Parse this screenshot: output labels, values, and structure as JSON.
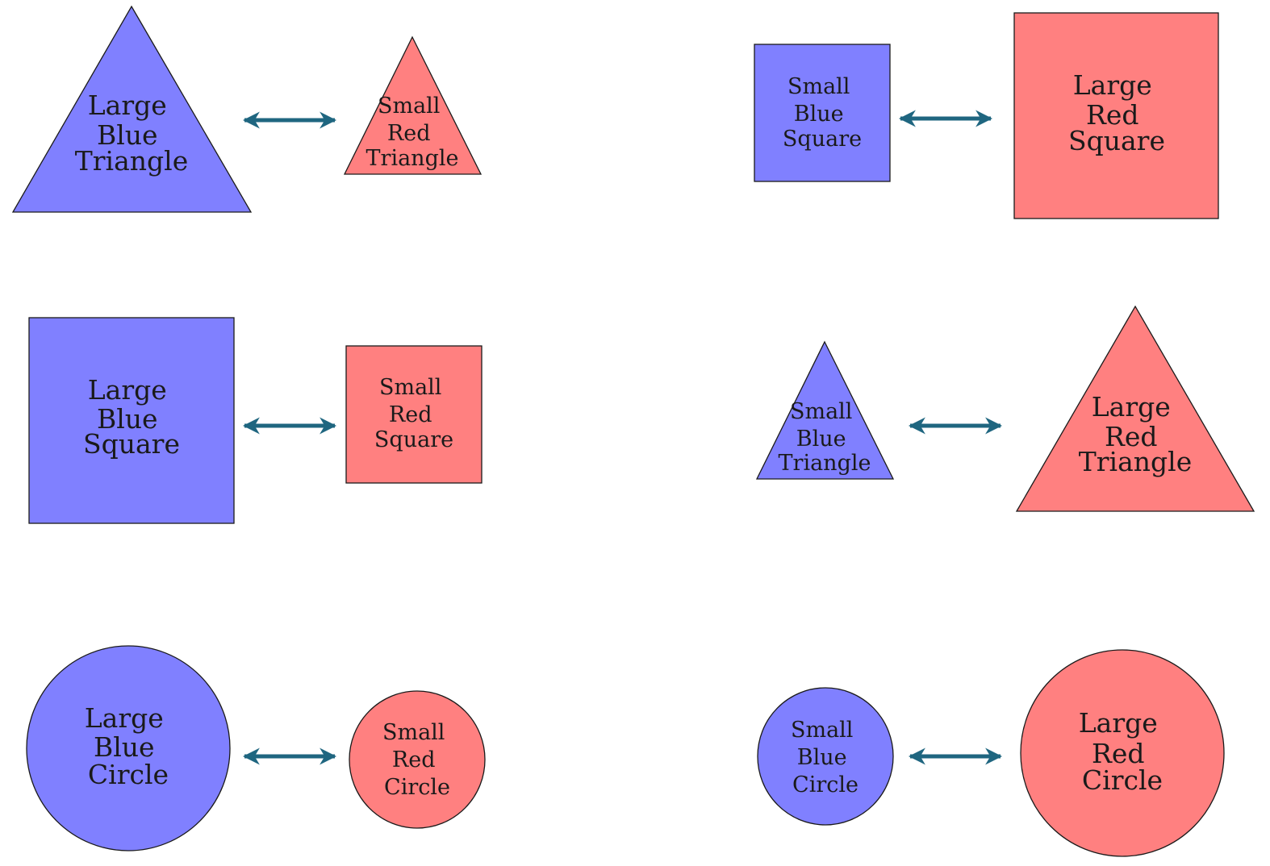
{
  "colors": {
    "blue": "#8080ff",
    "red": "#ff8080",
    "arrow": "#1f6680",
    "outline": "#1a1a1a"
  },
  "pairs": [
    {
      "left": {
        "size": "large",
        "color": "blue",
        "shape": "triangle",
        "lines": [
          "Large",
          "Blue",
          "Triangle"
        ]
      },
      "right": {
        "size": "small",
        "color": "red",
        "shape": "triangle",
        "lines": [
          "Small",
          "Red",
          "Triangle"
        ]
      },
      "relation": "double-arrow-icon"
    },
    {
      "left": {
        "size": "small",
        "color": "blue",
        "shape": "square",
        "lines": [
          "Small",
          "Blue",
          "Square"
        ]
      },
      "right": {
        "size": "large",
        "color": "red",
        "shape": "square",
        "lines": [
          "Large",
          "Red",
          "Square"
        ]
      },
      "relation": "double-arrow-icon"
    },
    {
      "left": {
        "size": "large",
        "color": "blue",
        "shape": "square",
        "lines": [
          "Large",
          "Blue",
          "Square"
        ]
      },
      "right": {
        "size": "small",
        "color": "red",
        "shape": "square",
        "lines": [
          "Small",
          "Red",
          "Square"
        ]
      },
      "relation": "double-arrow-icon"
    },
    {
      "left": {
        "size": "small",
        "color": "blue",
        "shape": "triangle",
        "lines": [
          "Small",
          "Blue",
          "Triangle"
        ]
      },
      "right": {
        "size": "large",
        "color": "red",
        "shape": "triangle",
        "lines": [
          "Large",
          "Red",
          "Triangle"
        ]
      },
      "relation": "double-arrow-icon"
    },
    {
      "left": {
        "size": "large",
        "color": "blue",
        "shape": "circle",
        "lines": [
          "Large",
          "Blue",
          "Circle"
        ]
      },
      "right": {
        "size": "small",
        "color": "red",
        "shape": "circle",
        "lines": [
          "Small",
          "Red",
          "Circle"
        ]
      },
      "relation": "double-arrow-icon"
    },
    {
      "left": {
        "size": "small",
        "color": "blue",
        "shape": "circle",
        "lines": [
          "Small",
          "Blue",
          "Circle"
        ]
      },
      "right": {
        "size": "large",
        "color": "red",
        "shape": "circle",
        "lines": [
          "Large",
          "Red",
          "Circle"
        ]
      },
      "relation": "double-arrow-icon"
    }
  ]
}
